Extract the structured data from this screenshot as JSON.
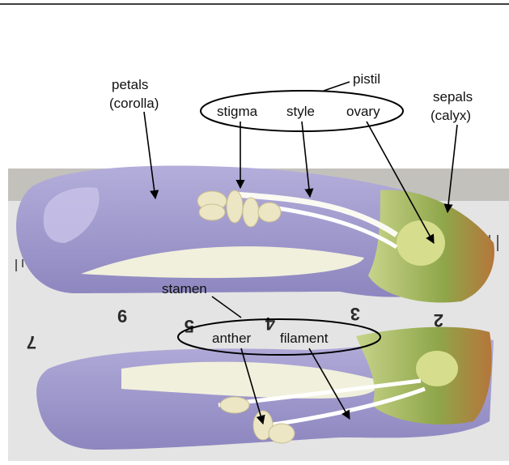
{
  "labels": {
    "petals_line1": "petals",
    "petals_line2": "(corolla)",
    "pistil": "pistil",
    "stigma": "stigma",
    "style": "style",
    "ovary": "ovary",
    "sepals_line1": "sepals",
    "sepals_line2": "(calyx)",
    "stamen": "stamen",
    "anther": "anther",
    "filament": "filament"
  },
  "ruler_numbers": [
    "7",
    "6",
    "5",
    "4",
    "3",
    "2"
  ],
  "colors": {
    "petal": "#9c95c8",
    "petal_light": "#c8c2e6",
    "inner": "#efeed8",
    "sepal": "#a8b860",
    "anther": "#ede6c4",
    "filament": "#ffffff",
    "ruler": "#e6e6e6"
  }
}
